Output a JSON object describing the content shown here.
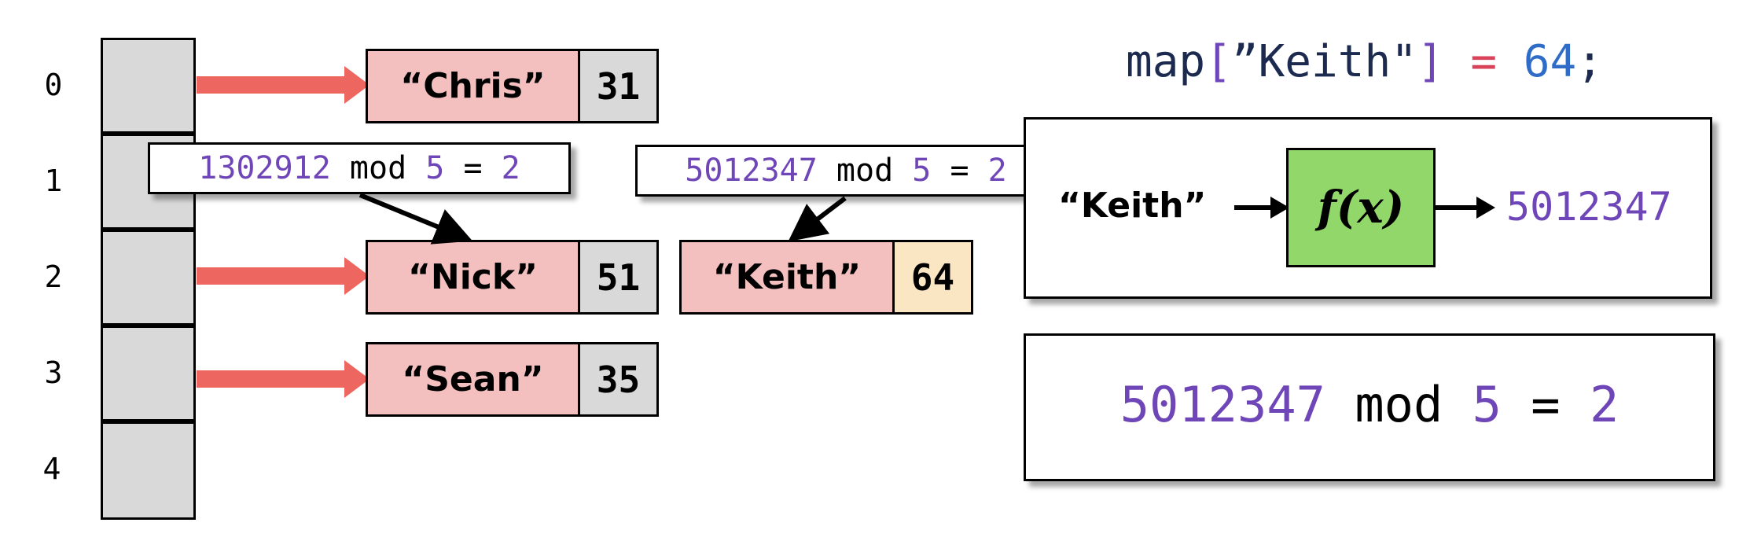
{
  "buckets": {
    "indices": [
      "0",
      "1",
      "2",
      "3",
      "4"
    ]
  },
  "chains": [
    {
      "key": "“Chris”",
      "value": "31"
    },
    {
      "key": "“Nick”",
      "value": "51"
    },
    {
      "key": "“Keith”",
      "value": "64"
    },
    {
      "key": "“Sean”",
      "value": "35"
    }
  ],
  "callouts": {
    "left": {
      "hash": "1302912",
      "mod": "mod",
      "divisor": "5",
      "eq": "=",
      "result": "2"
    },
    "right": {
      "hash": "5012347",
      "mod": "mod",
      "divisor": "5",
      "eq": "=",
      "result": "2"
    }
  },
  "code": {
    "ident": "map",
    "open": "[",
    "str": "”Keith\"",
    "close": "]",
    "assign": "=",
    "value": "64",
    "semi": ";"
  },
  "hash_panel": {
    "input": "“Keith”",
    "function": "f(x)",
    "output": "5012347"
  },
  "mod_panel": {
    "hash": "5012347",
    "mod": "mod",
    "divisor": "5",
    "eq": "=",
    "result": "2"
  },
  "colors": {
    "bucket_fill": "#d9d9d9",
    "node_key_fill": "#f4bfbf",
    "node_value_fill": "#d9d9d9",
    "new_value_fill": "#fbe6c4",
    "arrow_red": "#ee6660",
    "number_purple": "#6f46b8",
    "function_green": "#92d76a"
  }
}
